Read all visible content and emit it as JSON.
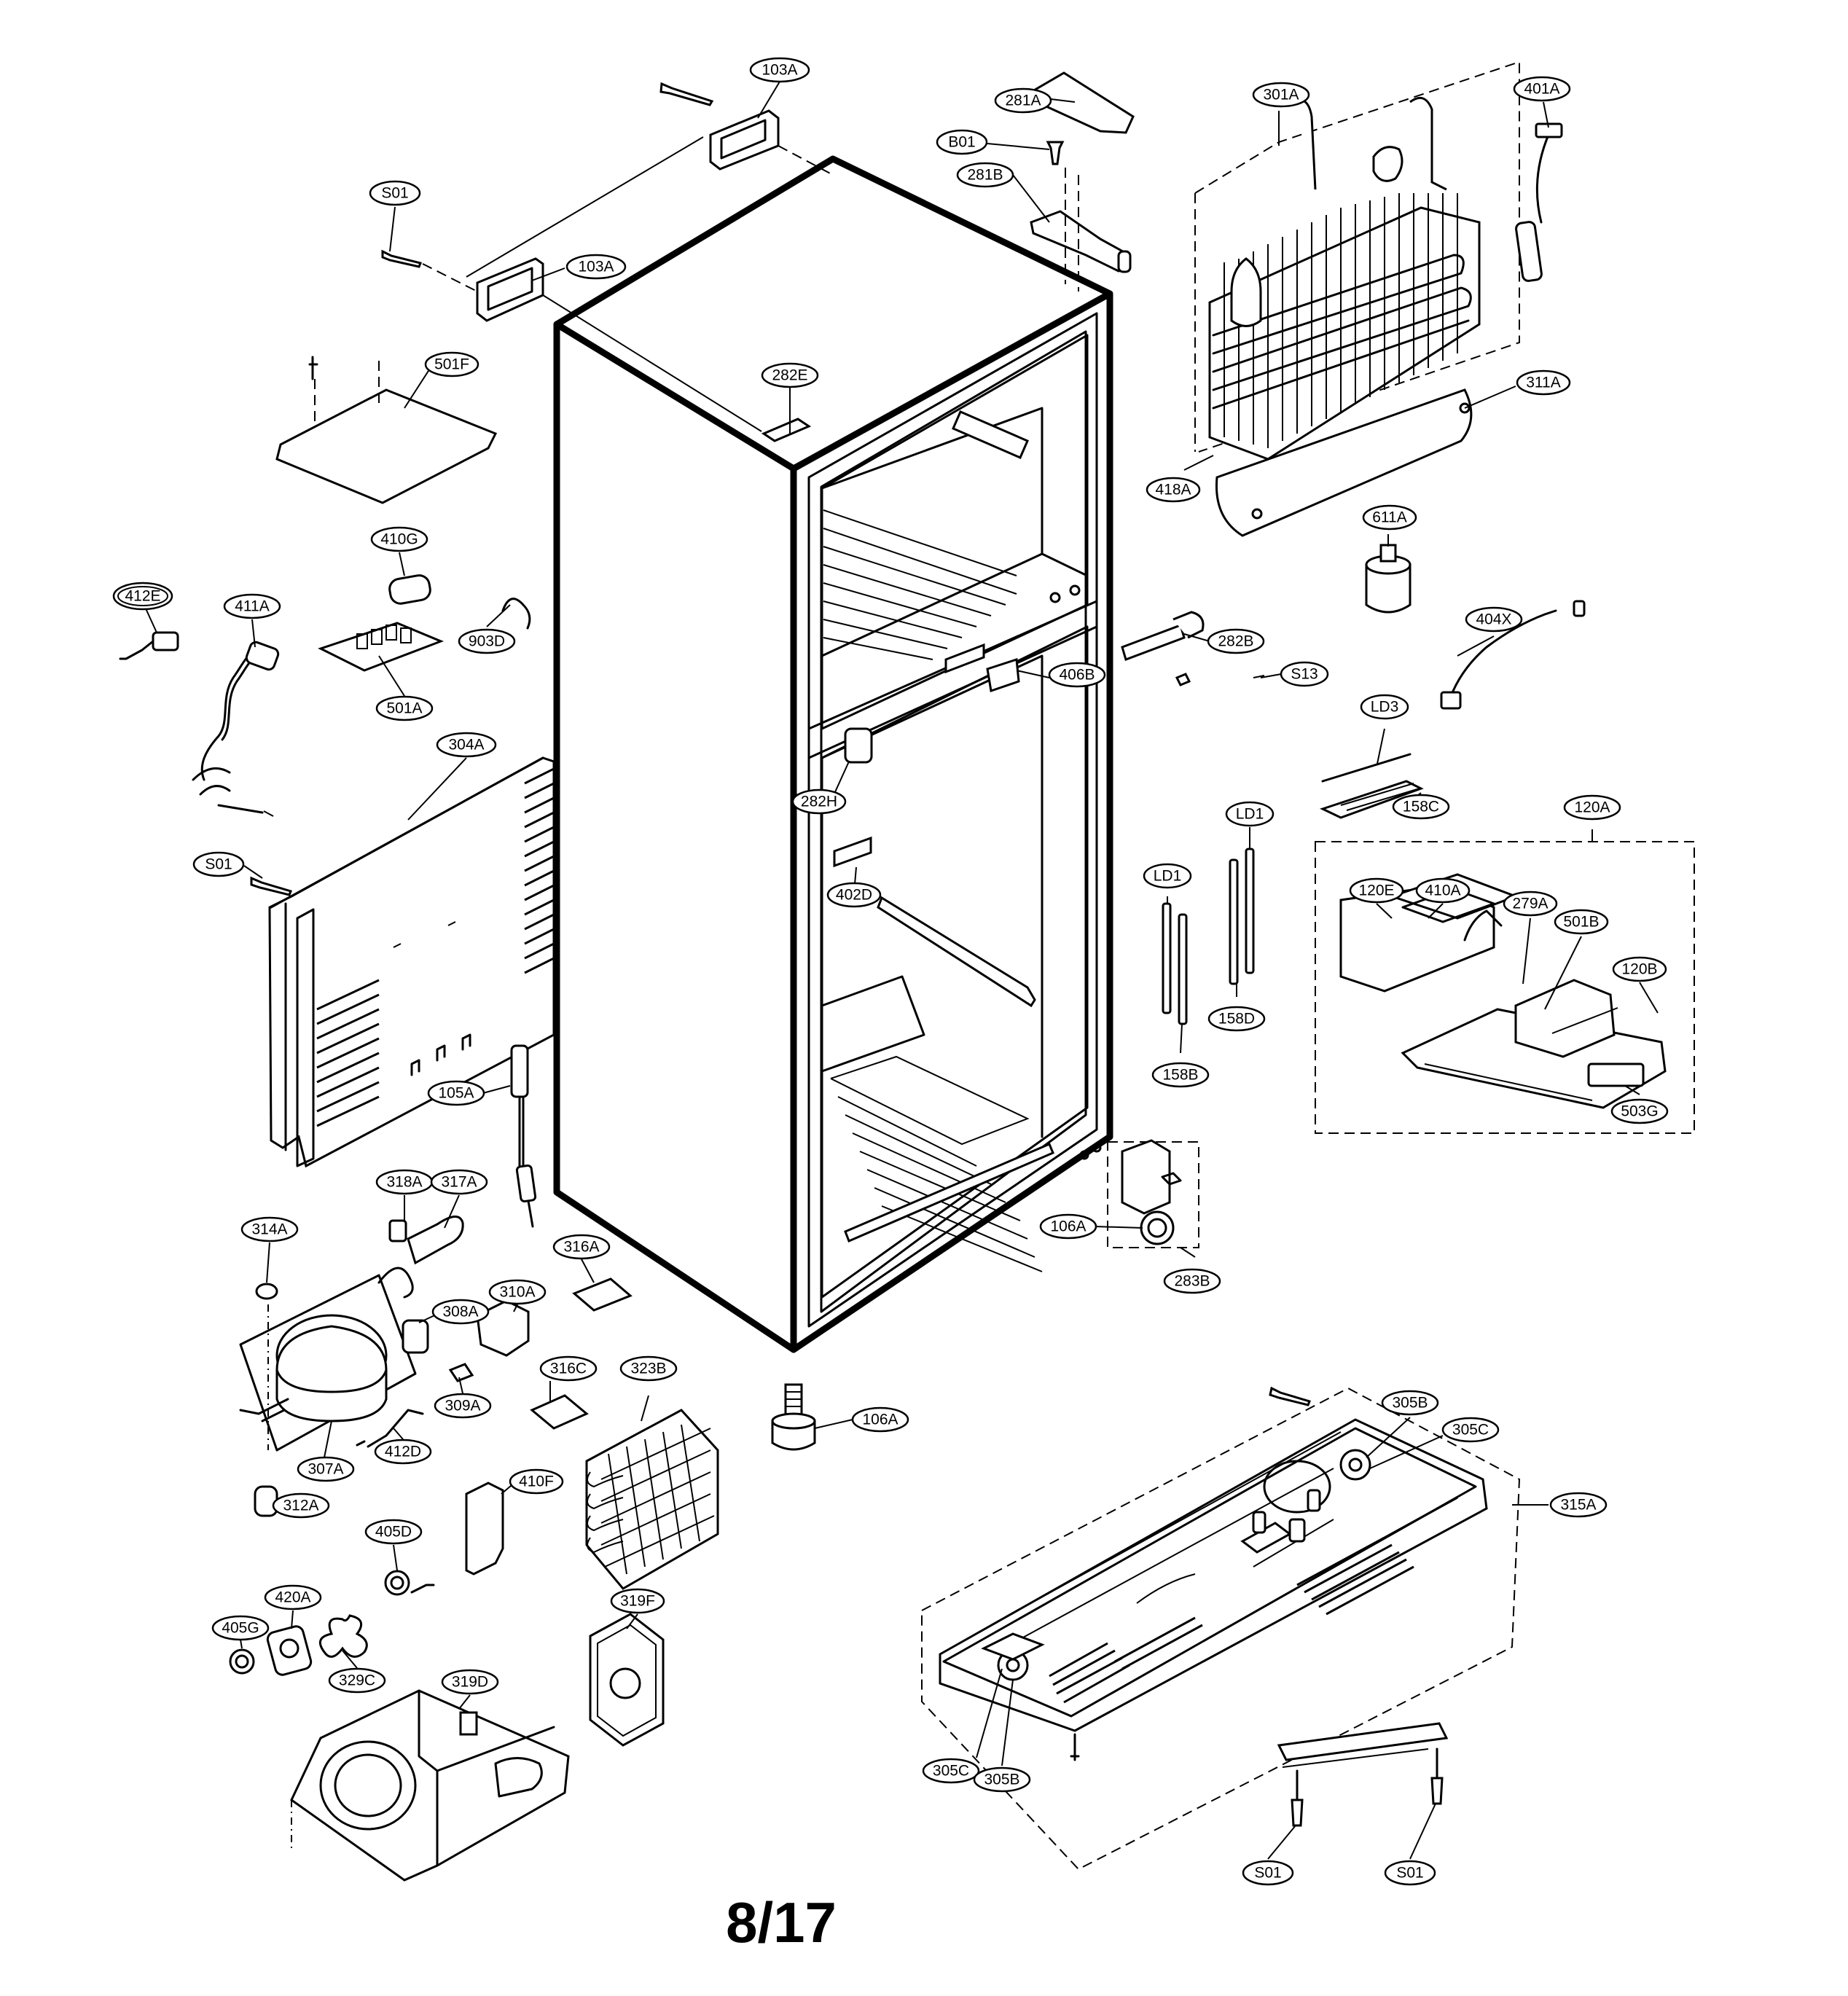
{
  "page_number": "8/17",
  "parts": {
    "p103A_top": "103A",
    "p103A": "103A",
    "pS01_top": "S01",
    "p501F": "501F",
    "p410G": "410G",
    "p412E": "412E",
    "p411A": "411A",
    "p903D": "903D",
    "p501A": "501A",
    "p304A": "304A",
    "pS01_left": "S01",
    "p105A": "105A",
    "p318A": "318A",
    "p317A": "317A",
    "p314A": "314A",
    "p316A": "316A",
    "p310A": "310A",
    "p308A": "308A",
    "p309A": "309A",
    "p316C": "316C",
    "p323B": "323B",
    "p307A": "307A",
    "p412D": "412D",
    "p410F": "410F",
    "p312A": "312A",
    "p405D": "405D",
    "p420A": "420A",
    "p405G": "405G",
    "p329C": "329C",
    "p319F": "319F",
    "p319D": "319D",
    "p106A_bottom": "106A",
    "p281A": "281A",
    "pB01": "B01",
    "p281B": "281B",
    "p282E": "282E",
    "p282H": "282H",
    "p402D": "402D",
    "p406B": "406B",
    "p282B": "282B",
    "pS13": "S13",
    "p106A_right": "106A",
    "p283B": "283B",
    "p301A": "301A",
    "p401A": "401A",
    "p311A": "311A",
    "p418A": "418A",
    "p611A": "611A",
    "p404X": "404X",
    "pLD3": "LD3",
    "p158C": "158C",
    "pLD1_right": "LD1",
    "pLD1_left": "LD1",
    "p158D": "158D",
    "p158B": "158B",
    "p120A": "120A",
    "p120E": "120E",
    "p410A": "410A",
    "p279A": "279A",
    "p501B": "501B",
    "p120B": "120B",
    "p503G": "503G",
    "p305B_top": "305B",
    "p305C_top": "305C",
    "p315A": "315A",
    "p305C_bottom": "305C",
    "p305B_bottom": "305B",
    "pS01_bl": "S01",
    "pS01_br": "S01"
  }
}
